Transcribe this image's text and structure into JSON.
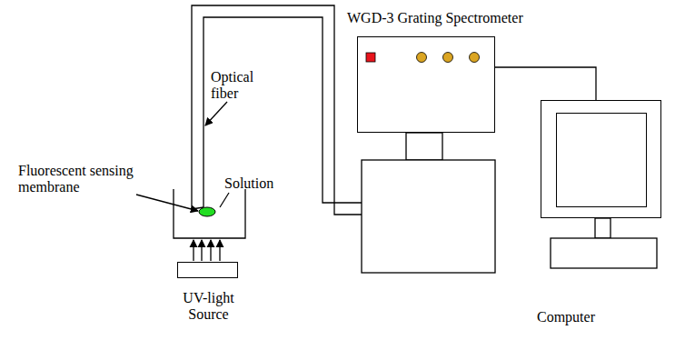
{
  "diagram": {
    "nodes": [
      {
        "text": [
          "WGD-3 Grating Spectrometer"
        ]
      },
      {
        "text": [
          "UV-light Source"
        ]
      },
      {
        "text": [
          "Computer"
        ]
      }
    ],
    "edges": [
      {
        "from": 0,
        "to": 2,
        "arrow": "none"
      }
    ],
    "labels": [
      "Optical fiber",
      "Fluorescent sensing membrane",
      "Solution"
    ]
  }
}
